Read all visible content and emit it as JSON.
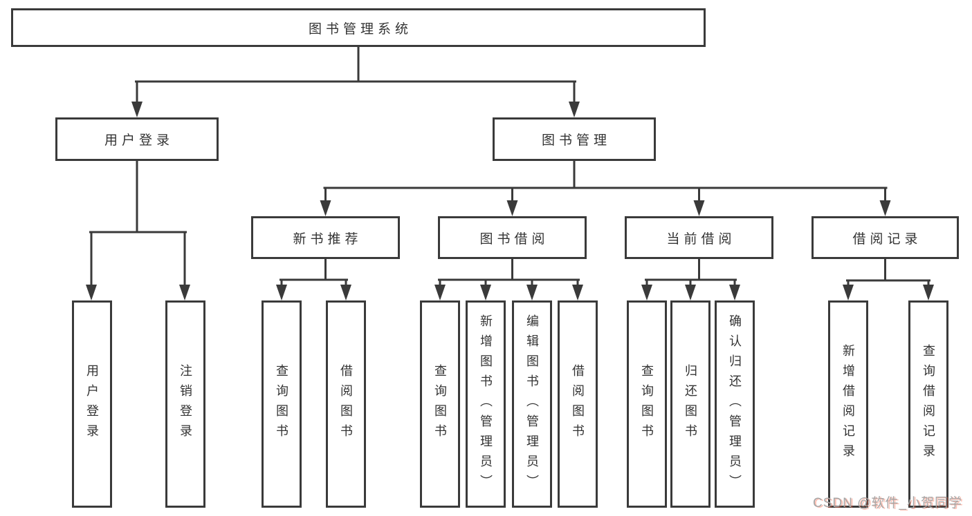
{
  "title": "图书管理系统",
  "nodes": {
    "root": "图书管理系统",
    "user_login": "用户登录",
    "book_management": "图书管理",
    "new_book_recommend": "新书推荐",
    "book_borrowing": "图书借阅",
    "current_borrowing": "当前借阅",
    "borrowing_records": "借阅记录",
    "leaf_user_login": "用户登录",
    "leaf_logout": "注销登录",
    "leaf_nbr_query_books": "查询图书",
    "leaf_nbr_borrow_books": "借阅图书",
    "leaf_bb_query_books": "查询图书",
    "leaf_bb_add_books": "新增图书（管理员）",
    "leaf_bb_edit_books": "编辑图书（管理员）",
    "leaf_bb_borrow_books": "借阅图书",
    "leaf_cb_query_books": "查询图书",
    "leaf_cb_return_books": "归还图书",
    "leaf_cb_confirm_return": "确认归还（管理员）",
    "leaf_br_add_record": "新增借阅记录",
    "leaf_br_query_record": "查询借阅记录"
  },
  "watermark": {
    "text": "CSDN @软件_小贺同学"
  },
  "colors": {
    "line": "#3a3a3a",
    "text": "#333333",
    "background": "#ffffff",
    "watermark": "#a7a7a7",
    "watermark_shadow": "#fc5531"
  }
}
